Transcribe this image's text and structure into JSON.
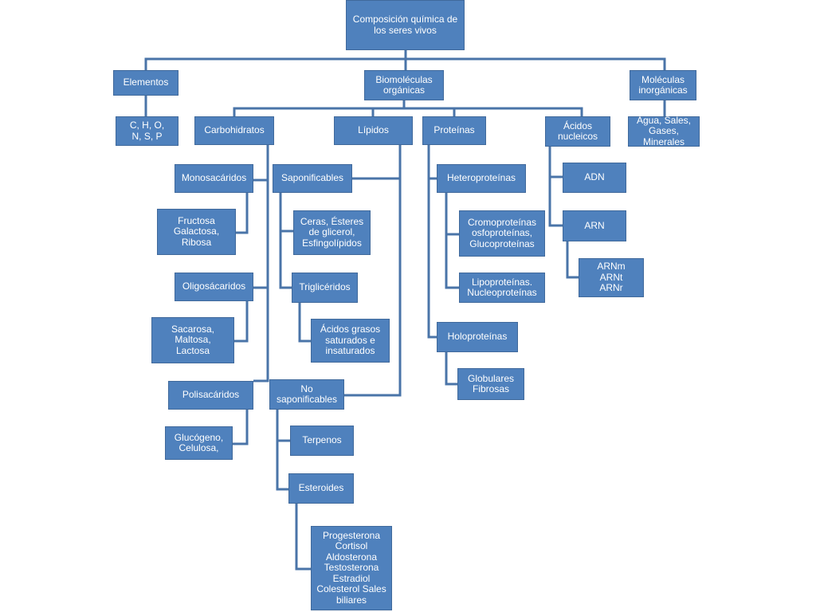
{
  "colors": {
    "box_fill": "#4f81bd",
    "box_border": "#40699b",
    "box_text": "#ffffff",
    "connector": "#4a74a8"
  },
  "nodes": {
    "root": [
      "Composición química de",
      "los seres vivos"
    ],
    "elementos": [
      "Elementos"
    ],
    "elementos_list": [
      "C, H, O,",
      "N, S, P"
    ],
    "biomoleculas": [
      "Biomoléculas",
      "orgánicas"
    ],
    "inorganicas": [
      "Moléculas",
      "inorgánicas"
    ],
    "inorganicas_list": [
      "Agua, Sales,",
      "Gases,",
      "Minerales"
    ],
    "carbohidratos": [
      "Carbohidratos"
    ],
    "lipidos": [
      "Lípidos"
    ],
    "proteinas": [
      "Proteínas"
    ],
    "acidos": [
      "Ácidos",
      "nucleicos"
    ],
    "monosacaridos": [
      "Monosacáridos"
    ],
    "mono_list": [
      "Fructosa",
      "Galactosa,",
      "Ribosa"
    ],
    "oligosacaridos": [
      "Oligosácaridos"
    ],
    "oligo_list": [
      "Sacarosa,",
      "Maltosa,",
      "Lactosa"
    ],
    "polisacaridos": [
      "Polisacáridos"
    ],
    "poli_list": [
      "Glucógeno,",
      "Celulosa,"
    ],
    "saponificables": [
      "Saponificables"
    ],
    "ceras": [
      "Ceras, Ésteres",
      "de glicerol,",
      "Esfingolípidos"
    ],
    "trigliceridos": [
      "Triglicéridos"
    ],
    "acidos_grasos": [
      "Ácidos grasos",
      "saturados e",
      "insaturados"
    ],
    "no_saponificables": [
      "No",
      "saponificables"
    ],
    "terpenos": [
      "Terpenos"
    ],
    "esteroides": [
      "Esteroides"
    ],
    "esteroides_list": [
      "Progesterona",
      "Cortisol",
      "Aldosterona",
      "Testosterona",
      "Estradiol",
      "Colesterol Sales",
      "biliares"
    ],
    "heteroproteinas": [
      "Heteroproteínas"
    ],
    "cromoproteinas": [
      "Cromoproteínas",
      "osfoproteínas,",
      "Glucoproteínas"
    ],
    "lipoproteinas": [
      "Lipoproteínas.",
      "Nucleoproteínas"
    ],
    "holoproteinas": [
      "Holoproteínas"
    ],
    "globulares": [
      "Globulares",
      "Fibrosas"
    ],
    "adn": [
      "ADN"
    ],
    "arn": [
      "ARN"
    ],
    "arn_list": [
      "ARNm",
      "ARNt",
      "ARNr"
    ]
  }
}
